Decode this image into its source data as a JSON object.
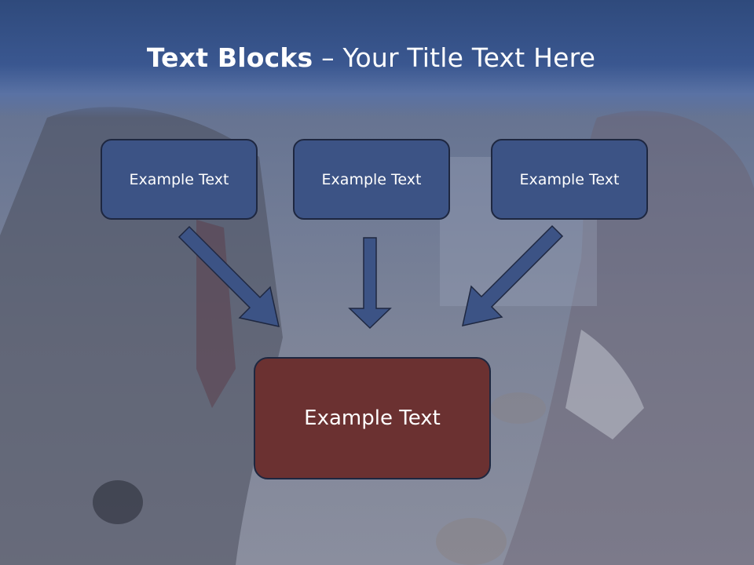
{
  "slide": {
    "title_bold": "Text Blocks",
    "title_dash": " – ",
    "title_rest": "Your Title Text Here",
    "boxes": [
      {
        "label": "Example Text"
      },
      {
        "label": "Example Text"
      },
      {
        "label": "Example Text"
      }
    ],
    "main_box": {
      "label": "Example Text"
    }
  },
  "colors": {
    "header": "#3a5790",
    "box": "#3c5385",
    "main_box": "#6b3131",
    "arrow": "#3c5385"
  }
}
